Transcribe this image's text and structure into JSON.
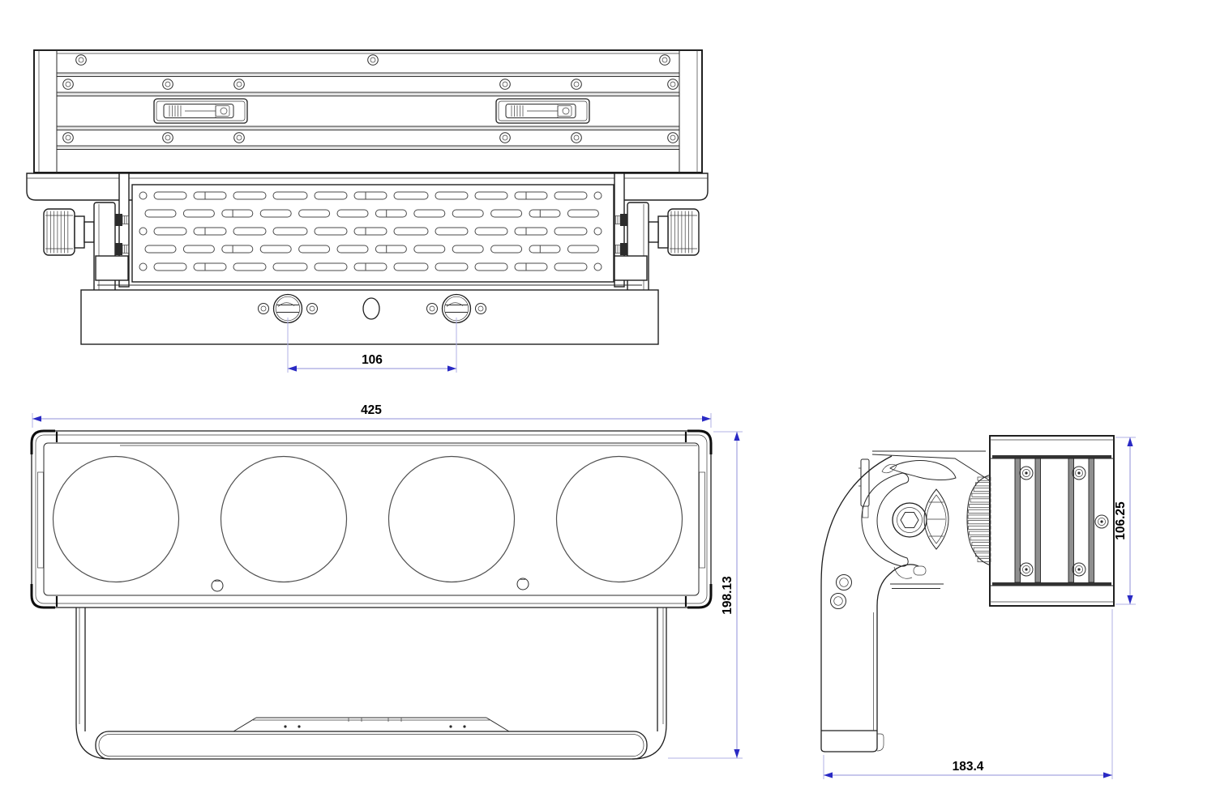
{
  "drawing": {
    "type": "engineering-orthographic-drawing",
    "subject": "4-lens LED wash light fixture with mounting yoke",
    "views": [
      "top-view",
      "front-view",
      "side-view"
    ],
    "colors": {
      "background": "#ffffff",
      "line": "#1f1f1f",
      "dimension_line": "#8f8fd8",
      "extension_line": "#b0b0e6",
      "dimension_arrow": "#2a2ac4",
      "dimension_text": "#000000"
    }
  },
  "dimensions": {
    "mounting_hole_spacing": "106",
    "overall_width": "425",
    "overall_height": "198.13",
    "body_height": "106.25",
    "overall_depth": "183.4"
  }
}
